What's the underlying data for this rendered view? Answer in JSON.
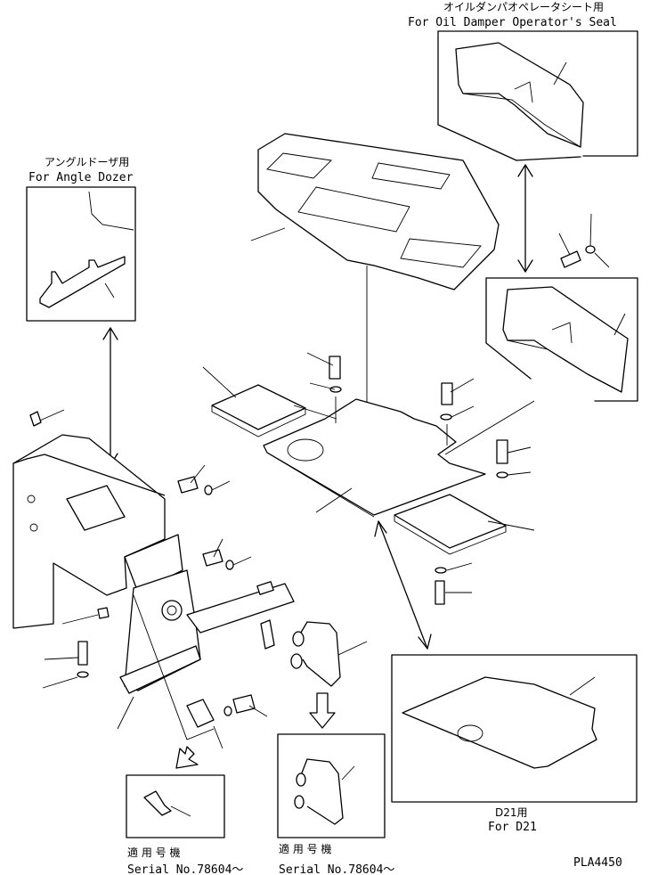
{
  "labels": {
    "oil_damper_jp": "オイルダンパオペレータシート用",
    "oil_damper_en": "For Oil Damper Operator's Seal",
    "angle_dozer_jp": "アングルドーザ用",
    "angle_dozer_en": "For Angle Dozer",
    "d21_jp": "D21用",
    "d21_en": "For D21",
    "serial1_jp": "適 用 号 機",
    "serial1_en": "Serial No.78604～",
    "serial2_jp": "適 用 号 機",
    "serial2_en": "Serial No.78604～",
    "drawing_no": "PLA4450"
  }
}
